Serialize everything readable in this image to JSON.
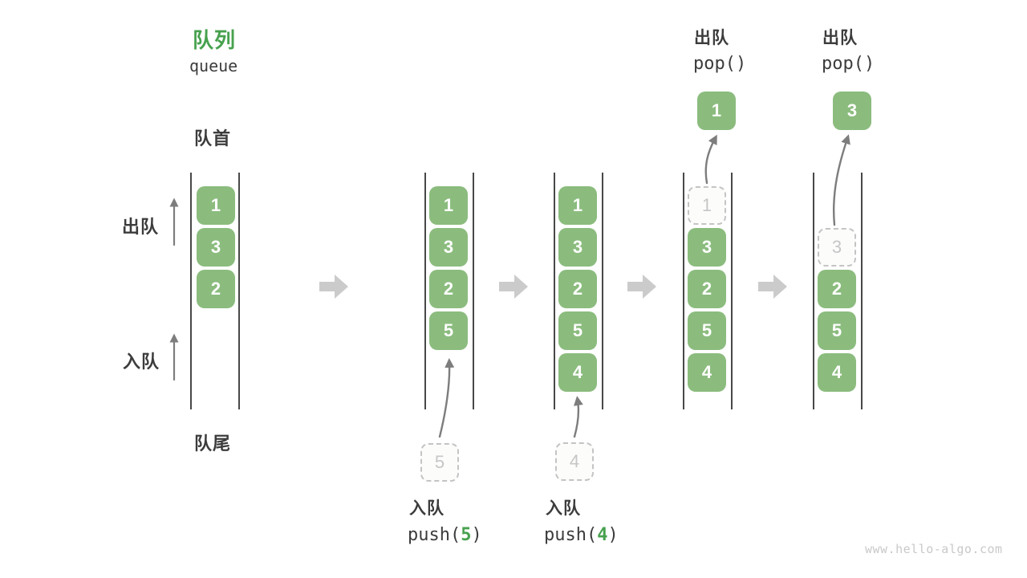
{
  "title": {
    "zh": "队列",
    "en": "queue"
  },
  "side_labels": {
    "front": "队首",
    "rear": "队尾",
    "dequeue": "出队",
    "enqueue": "入队"
  },
  "columns": [
    {
      "slots": [
        {
          "value": "1",
          "style": "solid"
        },
        {
          "value": "3",
          "style": "solid"
        },
        {
          "value": "2",
          "style": "solid"
        }
      ]
    },
    {
      "slots": [
        {
          "value": "1",
          "style": "solid"
        },
        {
          "value": "3",
          "style": "solid"
        },
        {
          "value": "2",
          "style": "solid"
        },
        {
          "value": "5",
          "style": "solid"
        }
      ]
    },
    {
      "slots": [
        {
          "value": "1",
          "style": "solid"
        },
        {
          "value": "3",
          "style": "solid"
        },
        {
          "value": "2",
          "style": "solid"
        },
        {
          "value": "5",
          "style": "solid"
        },
        {
          "value": "4",
          "style": "solid"
        }
      ]
    },
    {
      "slots": [
        {
          "value": "1",
          "style": "ghost"
        },
        {
          "value": "3",
          "style": "solid"
        },
        {
          "value": "2",
          "style": "solid"
        },
        {
          "value": "5",
          "style": "solid"
        },
        {
          "value": "4",
          "style": "solid"
        }
      ]
    },
    {
      "slots": [
        {
          "value": "3",
          "style": "ghost"
        },
        {
          "value": "2",
          "style": "solid"
        },
        {
          "value": "5",
          "style": "solid"
        },
        {
          "value": "4",
          "style": "solid"
        }
      ]
    }
  ],
  "staging": [
    {
      "value": "5"
    },
    {
      "value": "4"
    }
  ],
  "enqueue_ops": [
    {
      "label": "入队",
      "fn": "push(",
      "arg": "5",
      "close": ")"
    },
    {
      "label": "入队",
      "fn": "push(",
      "arg": "4",
      "close": ")"
    }
  ],
  "dequeue_ops": [
    {
      "label": "出队",
      "code": "pop()",
      "result": "1"
    },
    {
      "label": "出队",
      "code": "pop()",
      "result": "3"
    }
  ],
  "icons": {
    "flow": "right-block-arrow",
    "up": "up-arrow",
    "curve": "curved-pointer-arrow"
  },
  "watermark": "www.hello-algo.com",
  "colors": {
    "accent": "#47a14e",
    "box": "#8bbc7e",
    "boxtext": "#ffffff",
    "label": "#3c3c3c",
    "wall": "#484848",
    "ghostborder": "#c4c4c4",
    "ghosttext": "#c6c6c6",
    "ghostbg": "#fcfcfb",
    "flowarrow": "#cbcbcb",
    "curvearrow": "#7d7d7d",
    "watermark": "#c9c9c9"
  }
}
